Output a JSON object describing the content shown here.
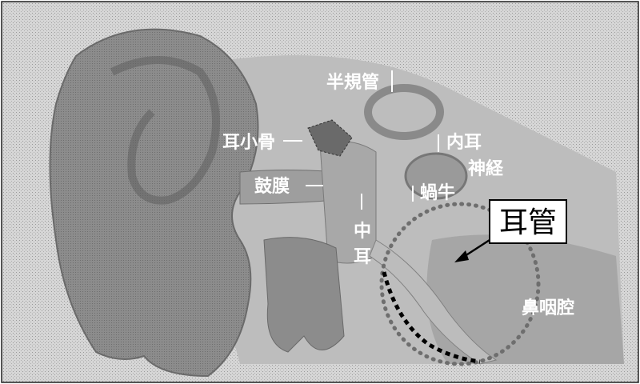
{
  "labels": {
    "semicircular_canals": "半規管",
    "ossicles": "耳小骨",
    "inner_ear": "内耳",
    "nerve": "神経",
    "eardrum": "鼓膜",
    "cochlea": "蝸牛",
    "middle_ear_1": "中",
    "middle_ear_2": "耳",
    "nasopharynx": "鼻咽腔",
    "eustachian_tube": "耳管"
  },
  "colors": {
    "ear_fill": "#8a8a8a",
    "ear_dark": "#6a6a6a",
    "ear_light": "#b0b0b0",
    "tissue": "#c8c8c8",
    "dot_outline": "#707070",
    "dash_outline": "#000000",
    "label_text": "#ffffff"
  }
}
